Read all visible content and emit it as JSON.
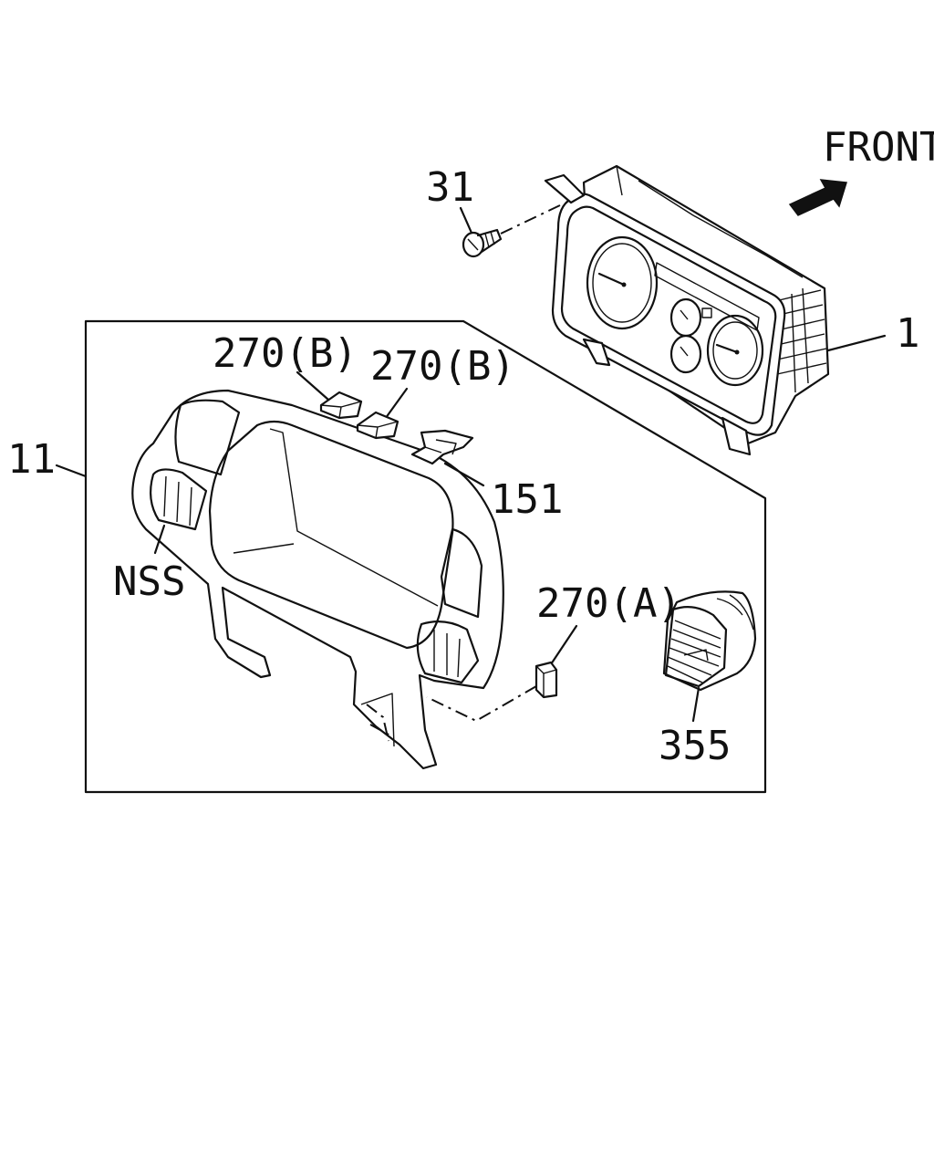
{
  "labels": {
    "front": "FRONT",
    "part_31": "31",
    "part_1": "1",
    "part_11": "11",
    "part_270b_left": "270(B)",
    "part_270b_right": "270(B)",
    "part_151": "151",
    "part_nss": "NSS",
    "part_270a": "270(A)",
    "part_355": "355"
  },
  "colors": {
    "line": "#111111",
    "background": "#ffffff"
  }
}
